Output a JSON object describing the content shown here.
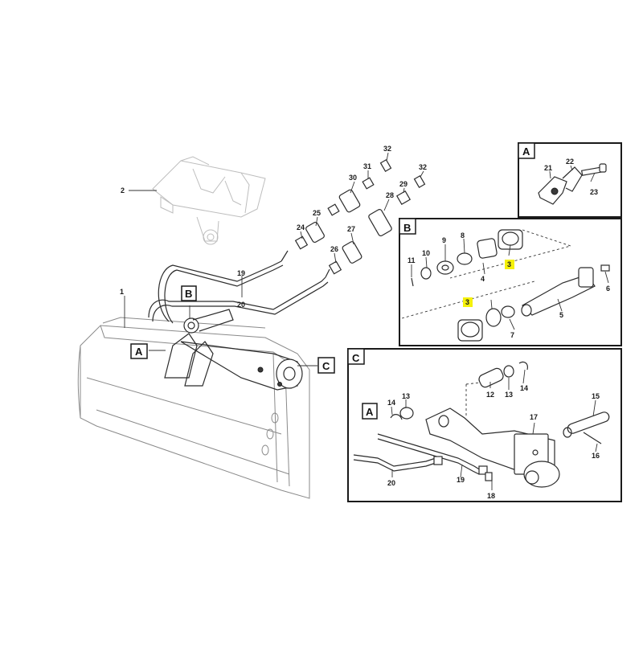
{
  "callouts": {
    "main": [
      "1",
      "2",
      "19",
      "20",
      "24",
      "25",
      "26",
      "27",
      "28",
      "29",
      "30",
      "31",
      "32",
      "32"
    ],
    "inset_a": [
      "21",
      "22",
      "23"
    ],
    "inset_b": [
      "11",
      "10",
      "9",
      "8",
      "3",
      "4",
      "5",
      "6",
      "3",
      "7"
    ],
    "inset_c": [
      "12",
      "13",
      "14",
      "14",
      "13",
      "20",
      "19",
      "18",
      "17",
      "15",
      "16"
    ]
  },
  "view_tags": {
    "a_main": "A",
    "b_main": "B",
    "c_main": "C",
    "a_inset": "A",
    "b_inset": "B",
    "c_inset": "C",
    "a_in_c": "A"
  },
  "highlight_color": "#f5f10a"
}
